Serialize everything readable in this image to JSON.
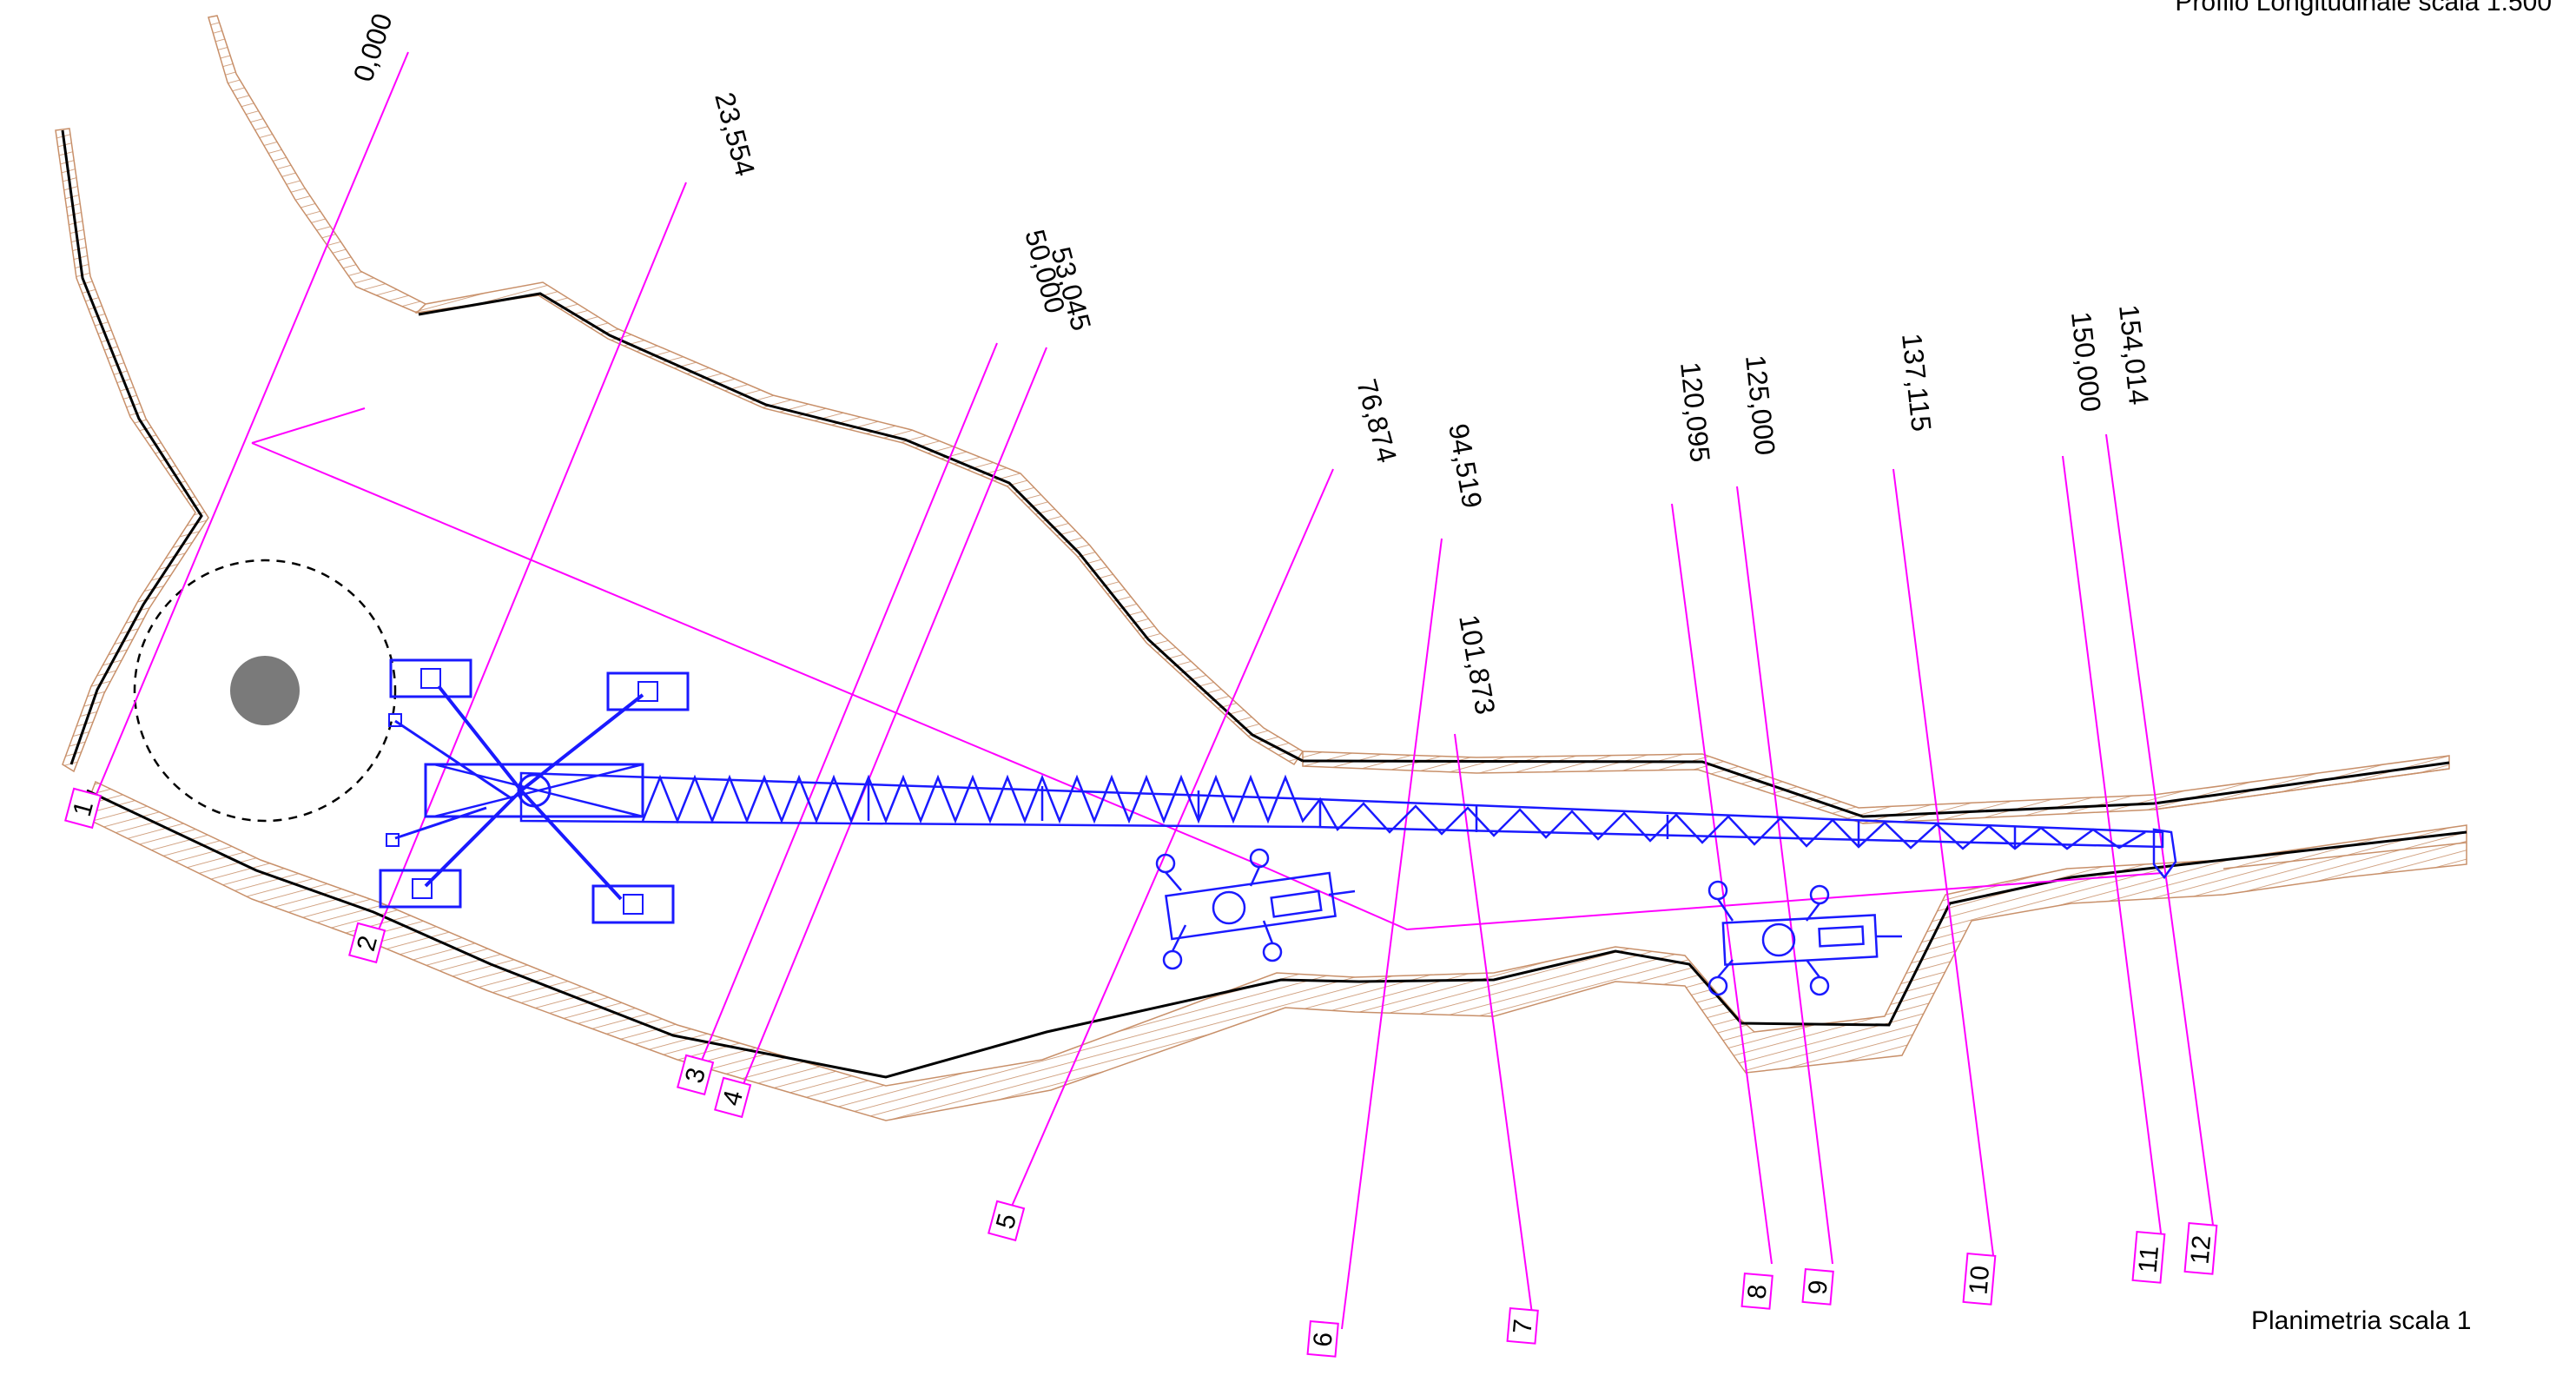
{
  "headings": {
    "profile": "Profilo Longitudinale scala 1:500",
    "plan": "Planimetria  scala 1"
  },
  "chainages": [
    {
      "id": "ch-0",
      "label": "0,000"
    },
    {
      "id": "ch-23",
      "label": "23,554"
    },
    {
      "id": "ch-50",
      "label": "50,000"
    },
    {
      "id": "ch-53",
      "label": "53,045"
    },
    {
      "id": "ch-76",
      "label": "76,874"
    },
    {
      "id": "ch-94",
      "label": "94,519"
    },
    {
      "id": "ch-101",
      "label": "101,873"
    },
    {
      "id": "ch-120",
      "label": "120,095"
    },
    {
      "id": "ch-125",
      "label": "125,000"
    },
    {
      "id": "ch-137",
      "label": "137,115"
    },
    {
      "id": "ch-150",
      "label": "150,000"
    },
    {
      "id": "ch-154",
      "label": "154,014"
    }
  ],
  "sections": [
    "1",
    "2",
    "3",
    "4",
    "5",
    "6",
    "7",
    "8",
    "9",
    "10",
    "11",
    "12"
  ],
  "colors": {
    "magenta": "#ff00ff",
    "crane": "#1a1aff",
    "contour": "#c8906a",
    "edge": "#000000",
    "obstacle": "#7a7a7a"
  }
}
